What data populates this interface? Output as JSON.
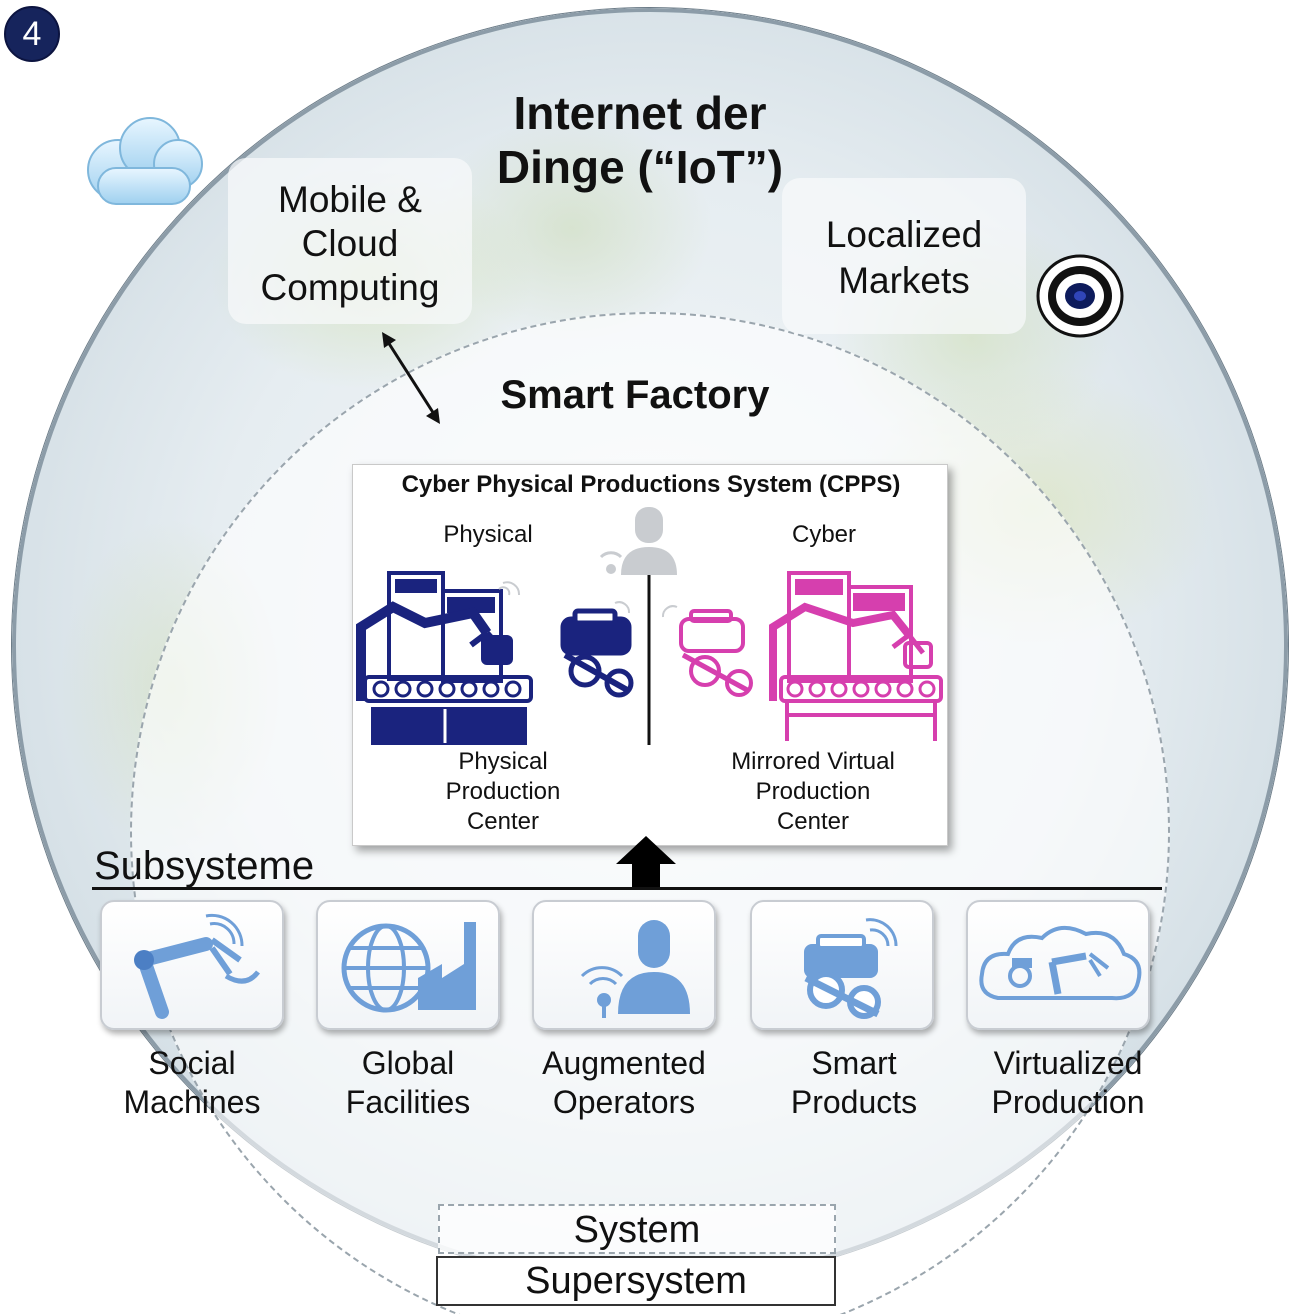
{
  "badge": "4",
  "iot_title": [
    "Internet der",
    "Dinge (“IoT”)"
  ],
  "mobile_cloud": [
    "Mobile &",
    "Cloud",
    "Computing"
  ],
  "localized_markets": [
    "Localized",
    "Markets"
  ],
  "smart_factory": "Smart Factory",
  "cpps": {
    "title": "Cyber Physical Productions System (CPPS)",
    "physical": "Physical",
    "cyber": "Cyber",
    "physical_center": [
      "Physical",
      "Production",
      "Center"
    ],
    "virtual_center": [
      "Mirrored Virtual",
      "Production",
      "Center"
    ]
  },
  "subsysteme": "Subsysteme",
  "subsystems": [
    {
      "line1": "Social",
      "line2": "Machines",
      "icon": "robot-arm-icon"
    },
    {
      "line1": "Global",
      "line2": "Facilities",
      "icon": "globe-factory-icon"
    },
    {
      "line1": "Augmented",
      "line2": "Operators",
      "icon": "operator-icon"
    },
    {
      "line1": "Smart",
      "line2": "Products",
      "icon": "smart-product-icon"
    },
    {
      "line1": "Virtualized",
      "line2": "Production",
      "icon": "cloud-production-icon"
    }
  ],
  "system": "System",
  "supersystem": "Supersystem",
  "colors": {
    "physical": "#1a237e",
    "cyber": "#d63fae",
    "icon_blue": "#6f9fd8",
    "badge": "#16245c"
  }
}
